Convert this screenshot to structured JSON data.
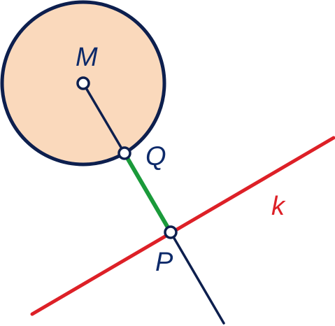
{
  "labels": {
    "center": "M",
    "circle_point": "Q",
    "line_point": "P",
    "line_name": "k"
  },
  "colors": {
    "background": "#ffffff",
    "circle_fill": "#fad9bc",
    "circle_stroke": "#0d1f4e",
    "segment_dark": "#0d1f4e",
    "segment_highlight": "#1a9a3a",
    "line_k": "#dd2027",
    "point_fill": "#ffffff",
    "point_stroke": "#0d1f4e",
    "label_dark": "#0d2a6a",
    "label_k": "#dd2027"
  }
}
